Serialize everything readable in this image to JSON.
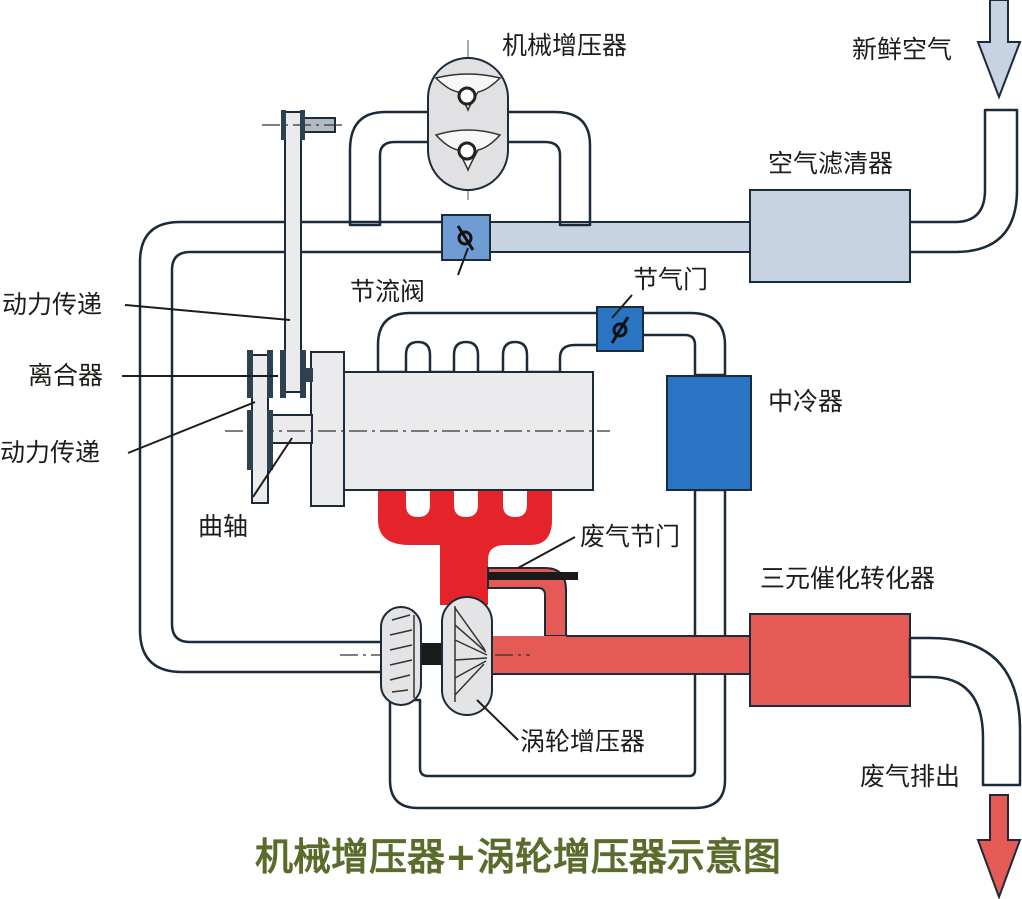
{
  "title": "机械增压器+涡轮增压器示意图",
  "labels": {
    "supercharger": "机械增压器",
    "fresh_air": "新鲜空气",
    "air_filter": "空气滤清器",
    "throttle_valve": "节流阀",
    "throttle": "节气门",
    "intercooler": "中冷器",
    "power_transmission_1": "动力传递",
    "clutch": "离合器",
    "power_transmission_2": "动力传递",
    "crankshaft": "曲轴",
    "wastegate": "废气节门",
    "catalytic_converter": "三元催化转化器",
    "turbocharger": "涡轮增压器",
    "exhaust_out": "废气排出"
  },
  "colors": {
    "intake_light": "#c7d3e2",
    "intake_mid": "#6f9dd3",
    "intake_dark": "#2a74c4",
    "exhaust_bright": "#e5232b",
    "exhaust": "#e55a55",
    "engine": "#ebebee",
    "title": "#5a6b2c"
  }
}
